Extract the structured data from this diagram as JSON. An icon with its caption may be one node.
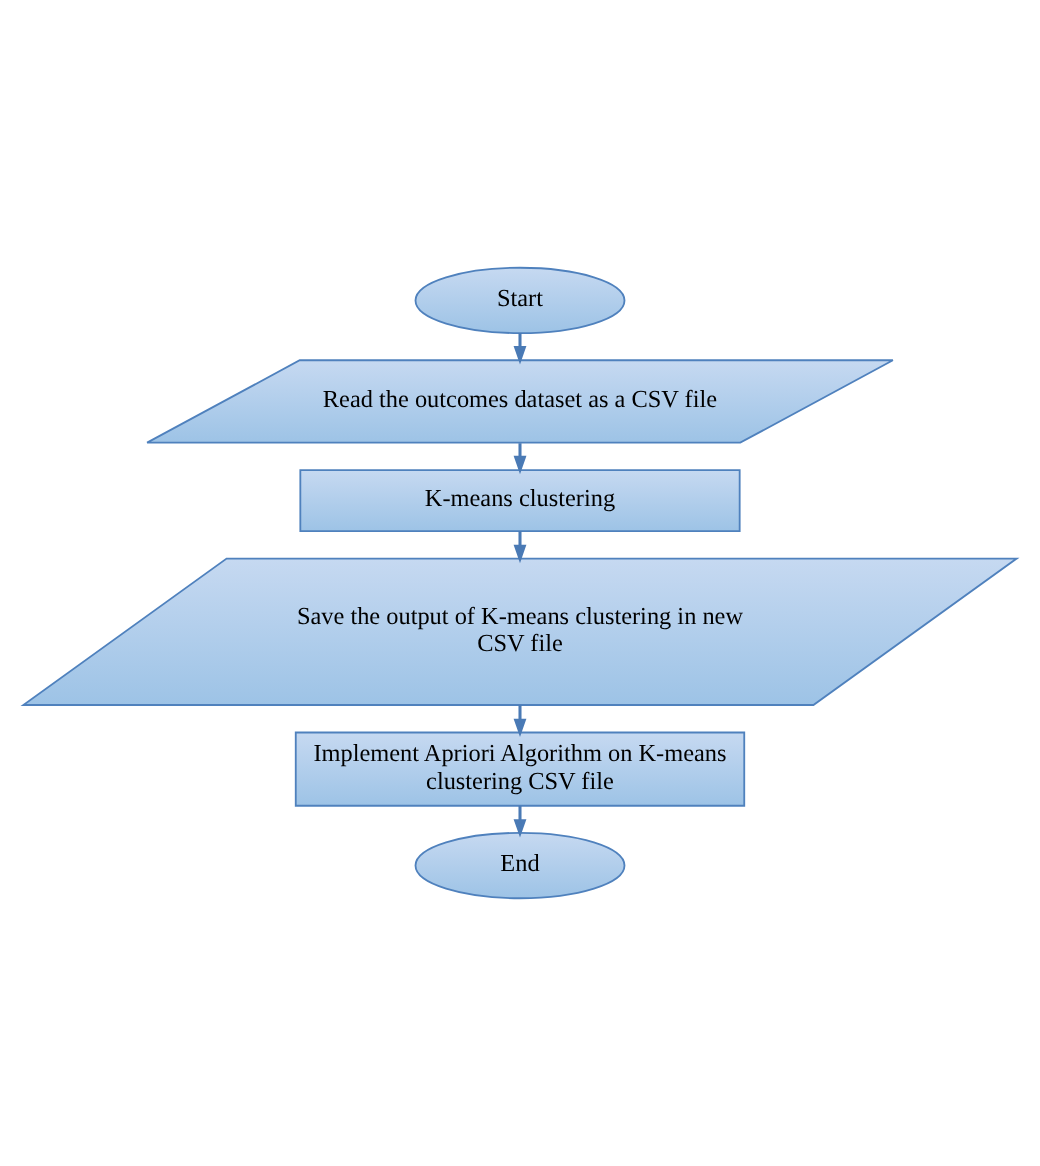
{
  "diagram": {
    "nodes": [
      {
        "text": [
          "Start"
        ]
      },
      {
        "text": [
          "Read the outcomes dataset as a CSV file"
        ]
      },
      {
        "text": [
          "K-means clustering"
        ]
      },
      {
        "text": [
          "Save the output of K-means clustering in new CSV file"
        ]
      },
      {
        "text": [
          "Implement Apriori Algorithm on K-means clustering CSV file"
        ]
      },
      {
        "text": [
          "End"
        ]
      }
    ],
    "edges": [
      {
        "from": 0,
        "to": 1,
        "arrow": "to"
      },
      {
        "from": 1,
        "to": 2,
        "arrow": "to"
      },
      {
        "from": 2,
        "to": 3,
        "arrow": "to"
      },
      {
        "from": 3,
        "to": 4,
        "arrow": "to"
      },
      {
        "from": 4,
        "to": 5,
        "arrow": "to"
      }
    ]
  }
}
